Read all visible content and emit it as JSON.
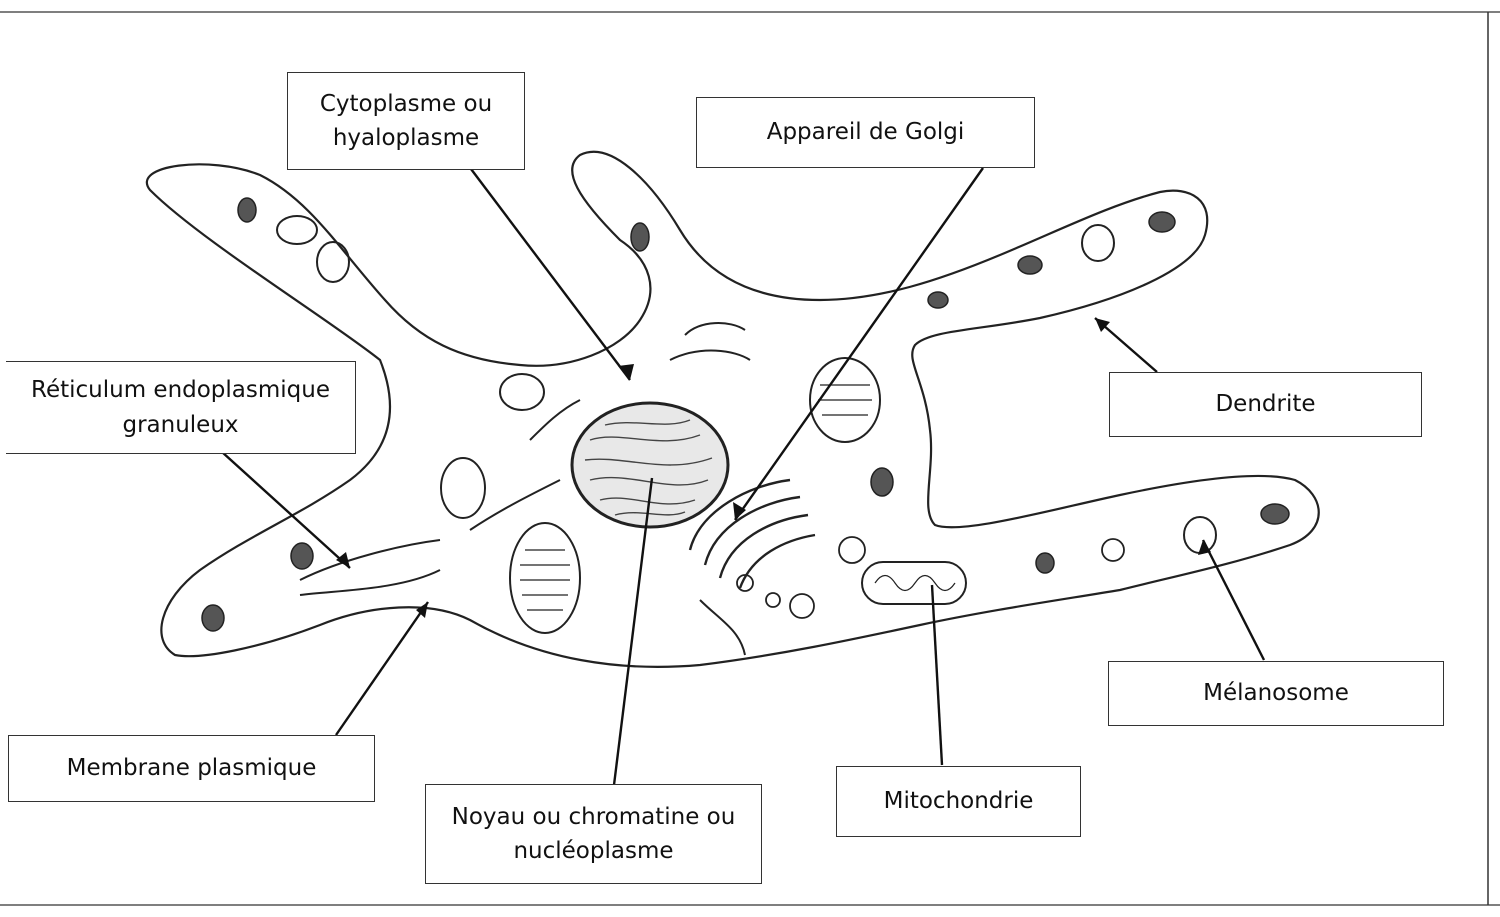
{
  "diagram": {
    "labels": {
      "cytoplasme": "Cytoplasme ou\nhyaloplasme",
      "golgi": "Appareil de Golgi",
      "reticulum": "Réticulum endoplasmique\ngranuleux",
      "dendrite": "Dendrite",
      "melanosome": "Mélanosome",
      "membrane": "Membrane plasmique",
      "noyau": "Noyau ou chromatine ou\nnucléoplasme",
      "mitochondrie": "Mitochondrie"
    }
  }
}
